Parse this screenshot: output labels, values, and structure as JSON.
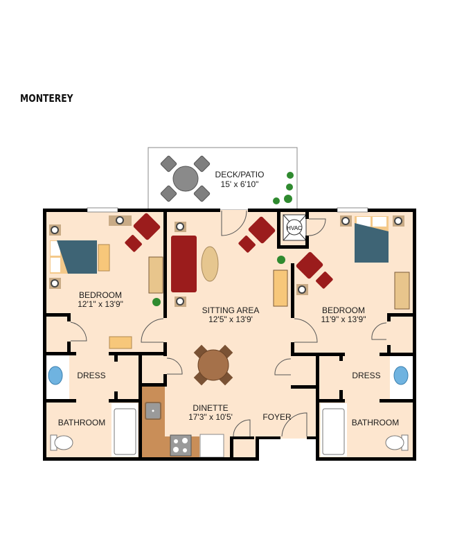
{
  "title": "MONTEREY",
  "colors": {
    "floor": "#fde6cf",
    "wall": "#000000",
    "bathroom_fixture": "#ffffff",
    "bed_cover": "#3e6475",
    "furniture_red": "#9b1c1c",
    "nightstand": "#c9ab86",
    "dresser": "#f7c77a",
    "kitchen_counter": "#c98e58",
    "table_wood": "#a5714a",
    "sink_blue": "#6fb3e0",
    "plant": "#2f8a2f",
    "patio_furniture": "#8a8a8a"
  },
  "rooms": {
    "deck": {
      "name": "DECK/PATIO",
      "size": "15' x 6'10\""
    },
    "bedroom_left": {
      "name": "BEDROOM",
      "size": "12'1\" x 13'9\""
    },
    "sitting": {
      "name": "SITTING AREA",
      "size": "12'5\" x 13'9'"
    },
    "bedroom_right": {
      "name": "BEDROOM",
      "size": "11'9\" x 13'9\""
    },
    "dress_left": {
      "name": "DRESS"
    },
    "dress_right": {
      "name": "DRESS"
    },
    "bathroom_left": {
      "name": "BATHROOM"
    },
    "bathroom_right": {
      "name": "BATHROOM"
    },
    "dinette": {
      "name": "DINETTE",
      "size": "17'3\" x 10'5'"
    },
    "foyer": {
      "name": "FOYER"
    },
    "hvac": {
      "name": "HVAC"
    }
  }
}
